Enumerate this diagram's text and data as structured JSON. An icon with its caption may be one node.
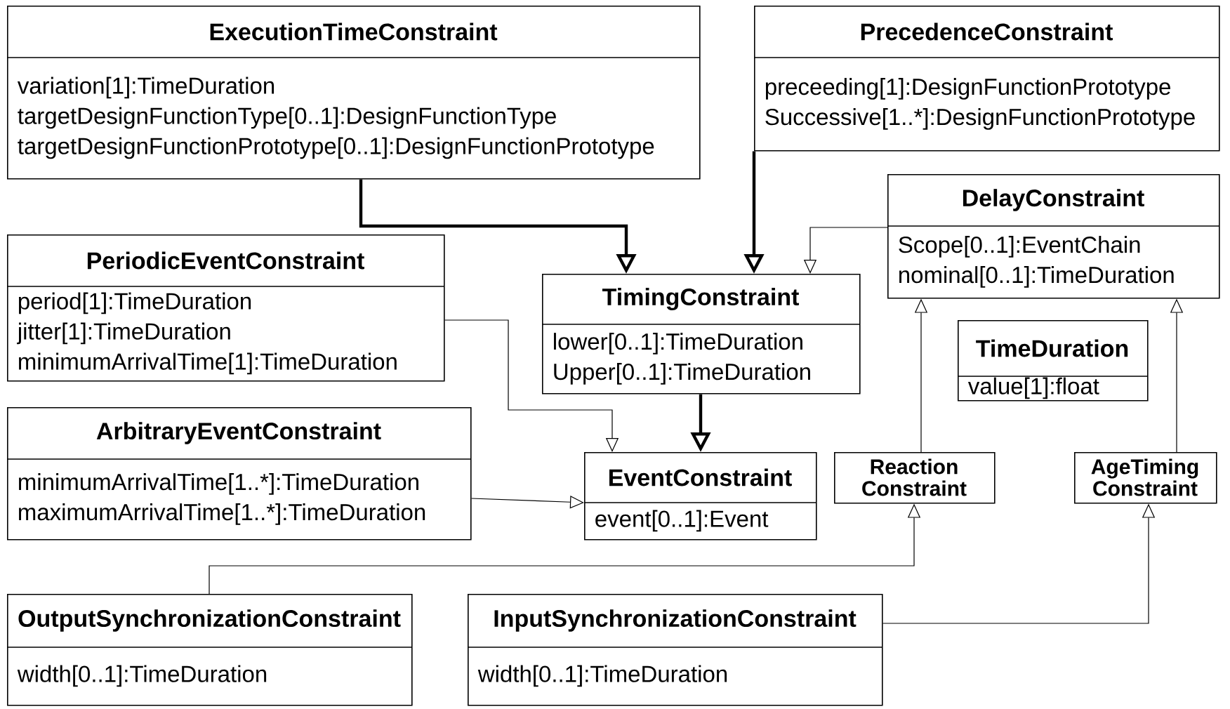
{
  "diagram": {
    "nodes": [
      {
        "text": [
          "ExecutionTimeConstraint",
          "variation[1]:TimeDuration",
          "targetDesignFunctionType[0..1]:DesignFunctionType",
          "targetDesignFunctionPrototype[0..1]:DesignFunctionPrototype"
        ]
      },
      {
        "text": [
          "PrecedenceConstraint",
          "preceeding[1]:DesignFunctionPrototype",
          "Successive[1..*]:DesignFunctionPrototype"
        ]
      },
      {
        "text": [
          "DelayConstraint",
          "Scope[0..1]:EventChain",
          "nominal[0..1]:TimeDuration"
        ]
      },
      {
        "text": [
          "PeriodicEventConstraint",
          "period[1]:TimeDuration",
          "jitter[1]:TimeDuration",
          "minimumArrivalTime[1]:TimeDuration"
        ]
      },
      {
        "text": [
          "TimingConstraint",
          "lower[0..1]:TimeDuration",
          "Upper[0..1]:TimeDuration"
        ]
      },
      {
        "text": [
          "TimeDuration",
          "value[1]:float"
        ]
      },
      {
        "text": [
          "ArbitraryEventConstraint",
          "minimumArrivalTime[1..*]:TimeDuration",
          "maximumArrivalTime[1..*]:TimeDuration"
        ]
      },
      {
        "text": [
          "EventConstraint",
          "event[0..1]:Event"
        ]
      },
      {
        "text": [
          "Reaction Constraint"
        ]
      },
      {
        "text": [
          "AgeTiming Constraint"
        ]
      },
      {
        "text": [
          "OutputSynchronizationConstraint",
          "width[0..1]:TimeDuration"
        ]
      },
      {
        "text": [
          "InputSynchronizationConstraint",
          "width[0..1]:TimeDuration"
        ]
      }
    ],
    "edges": [
      {
        "from": 0,
        "to": 4,
        "arrow": "to",
        "style": "thick"
      },
      {
        "from": 1,
        "to": 4,
        "arrow": "to",
        "style": "thick"
      },
      {
        "from": 2,
        "to": 4,
        "arrow": "to"
      },
      {
        "from": 3,
        "to": 7,
        "arrow": "to"
      },
      {
        "from": 4,
        "to": 7,
        "arrow": "to",
        "style": "thick"
      },
      {
        "from": 6,
        "to": 7,
        "arrow": "to"
      },
      {
        "from": 8,
        "to": 2,
        "arrow": "to"
      },
      {
        "from": 9,
        "to": 2,
        "arrow": "to"
      },
      {
        "from": 10,
        "to": 8,
        "arrow": "to"
      },
      {
        "from": 11,
        "to": 9,
        "arrow": "to"
      }
    ]
  }
}
